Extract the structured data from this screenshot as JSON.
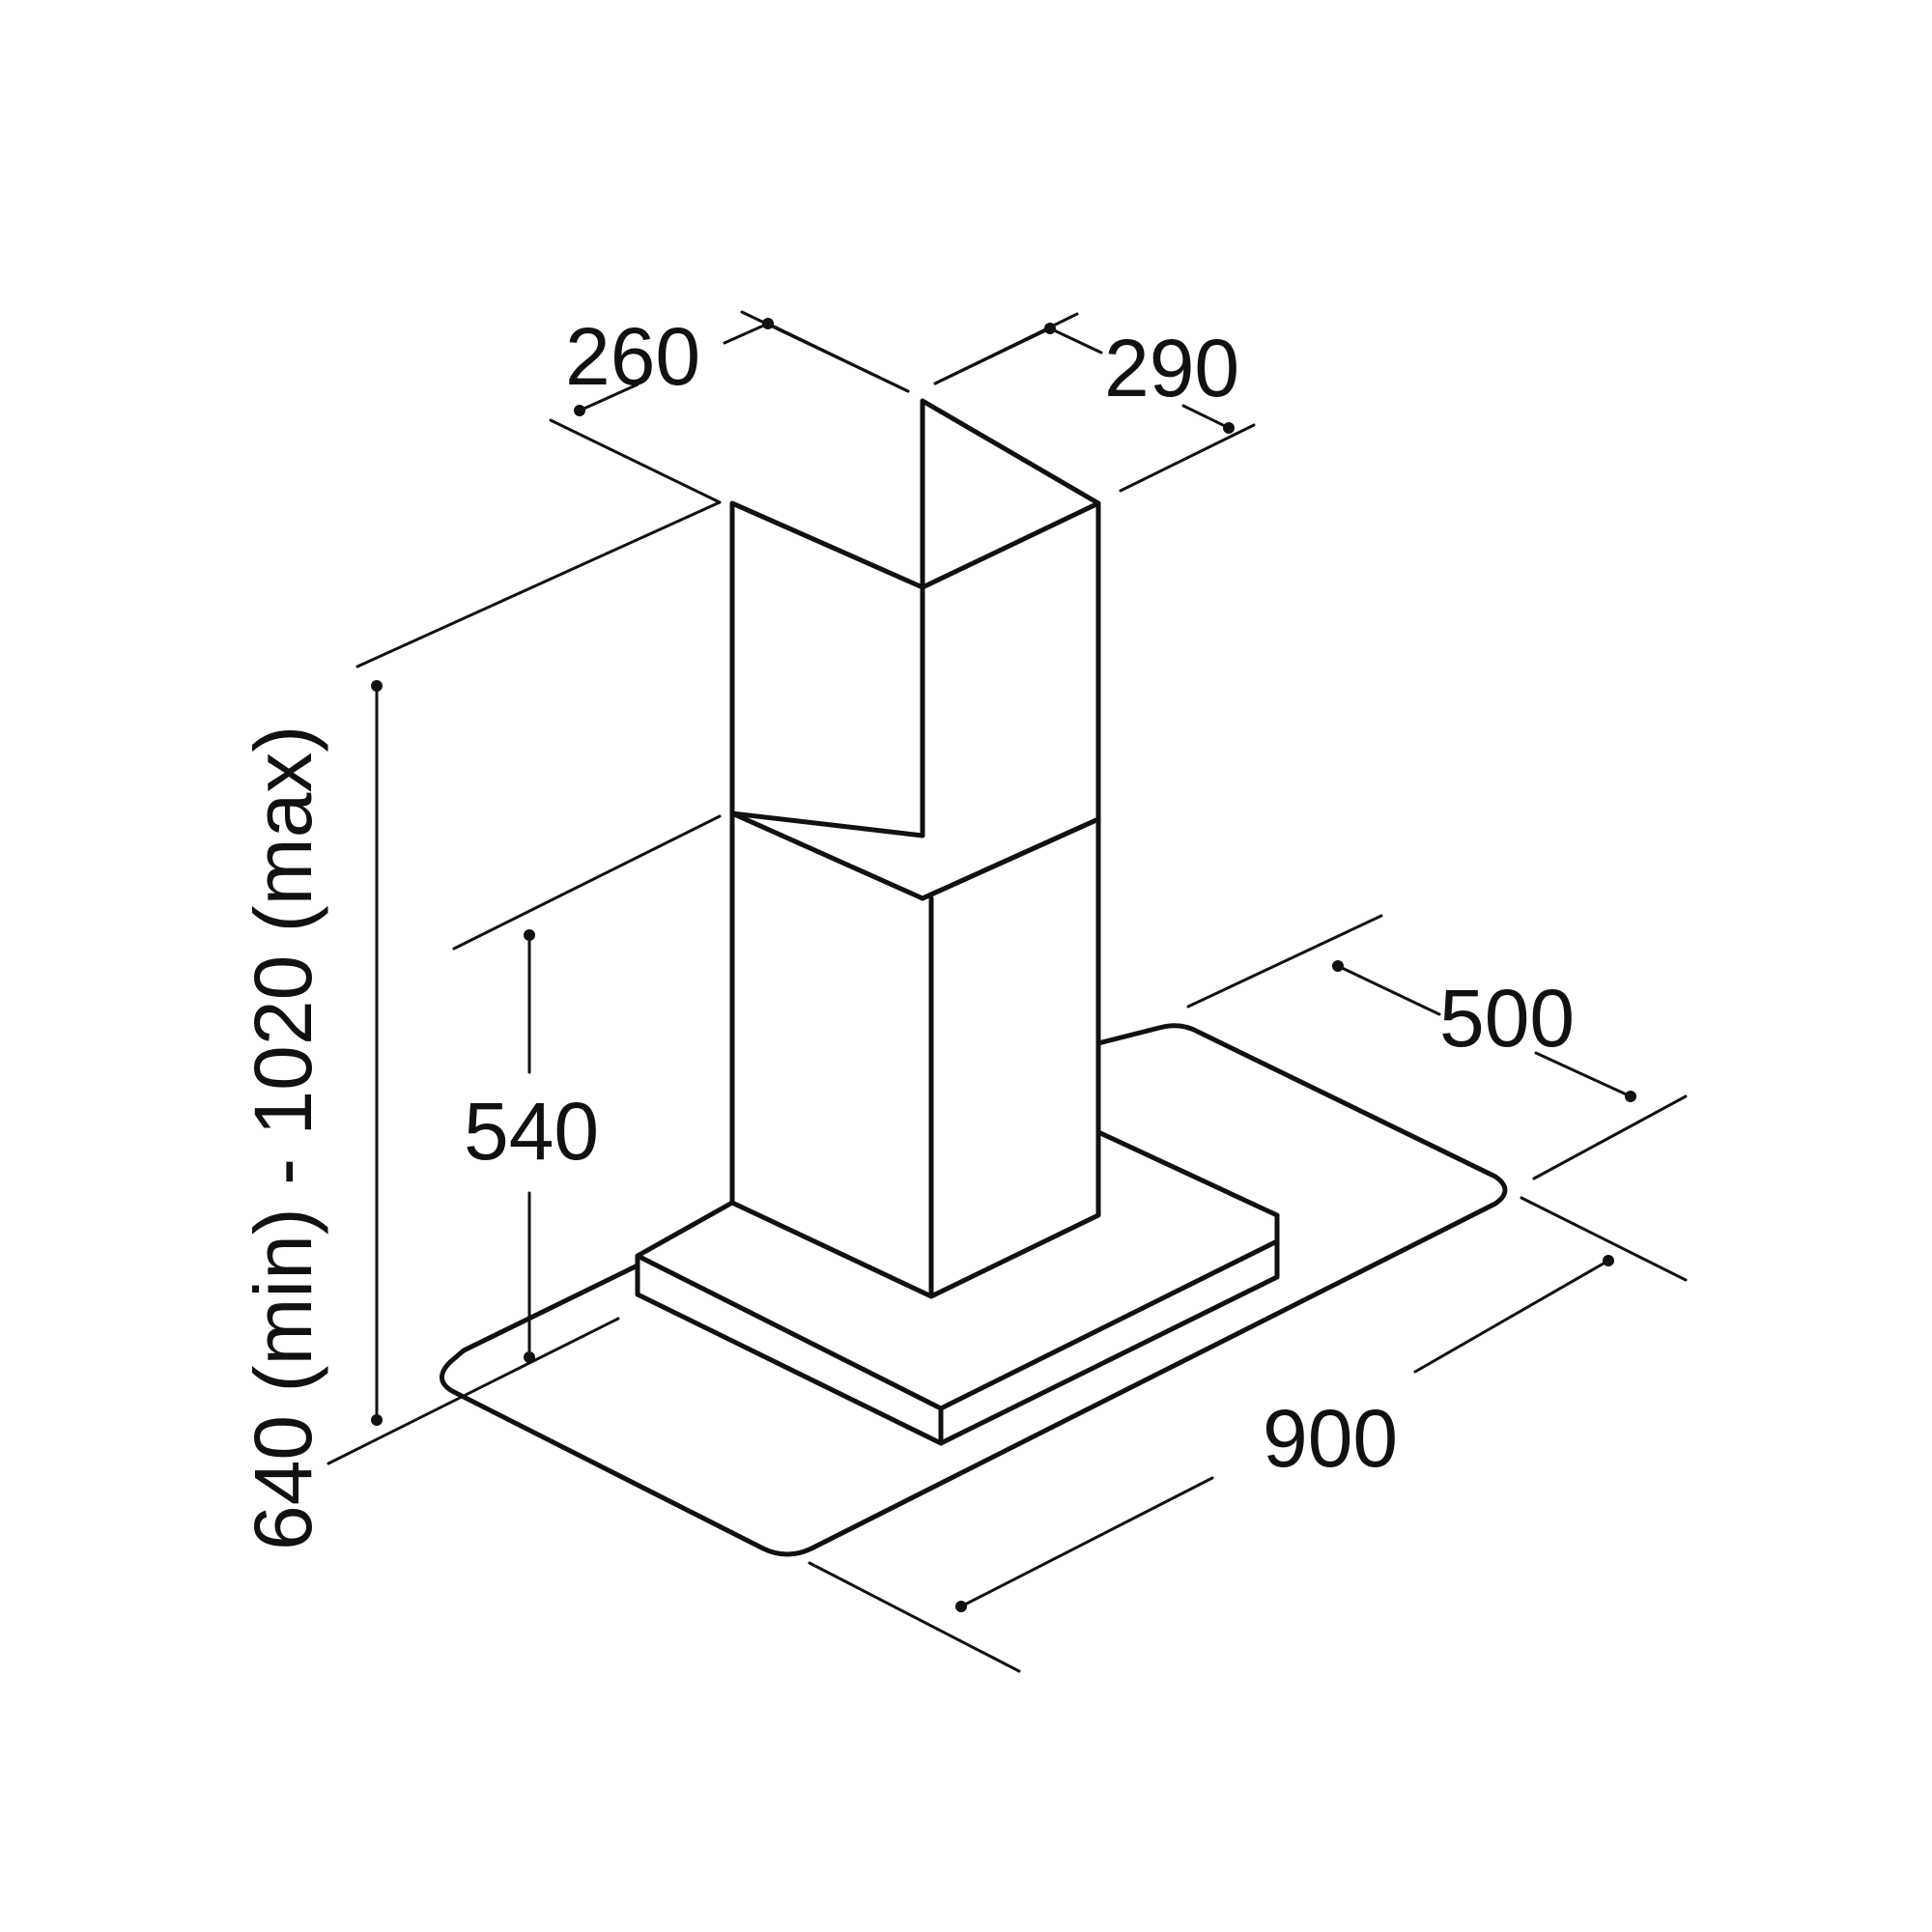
{
  "diagram": {
    "subject": "chimney cooker hood dimension drawing",
    "stroke_color": "#111111",
    "background_color": "#ffffff",
    "dimensions": {
      "chimney_depth": "260",
      "chimney_width": "290",
      "canopy_depth": "500",
      "canopy_width": "900",
      "lower_height": "540",
      "total_height": "640 (min) - 1020 (max)"
    }
  }
}
